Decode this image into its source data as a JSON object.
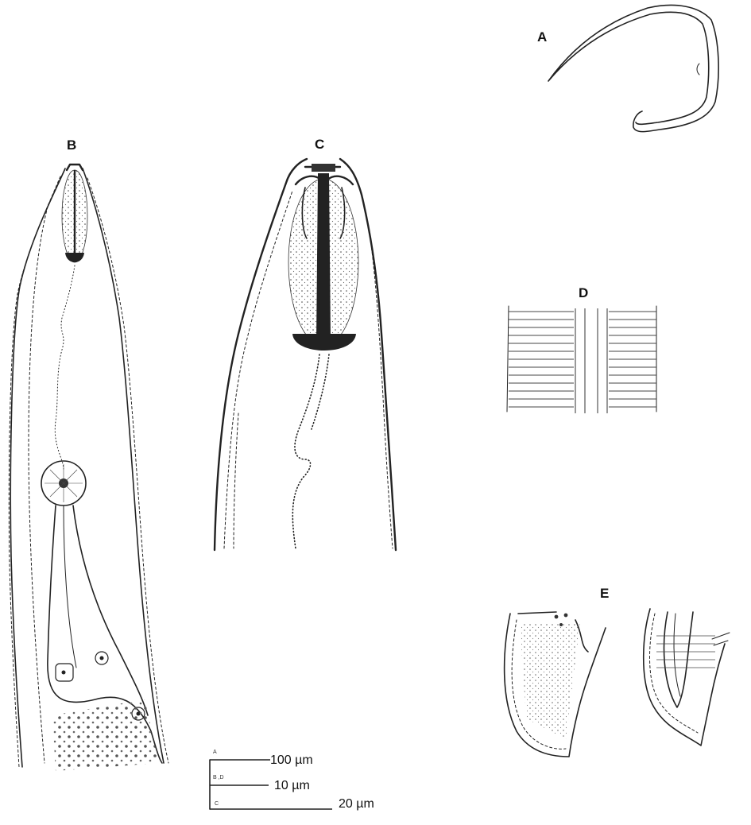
{
  "panels": {
    "a": {
      "label": "A"
    },
    "b": {
      "label": "B"
    },
    "c": {
      "label": "C"
    },
    "d": {
      "label": "D"
    },
    "e": {
      "label": "E"
    }
  },
  "scale_bars": [
    {
      "key": "A",
      "value": "100 µm"
    },
    {
      "key": "B ,D",
      "value": "10 µm"
    },
    {
      "key": "C",
      "value": "20 µm"
    }
  ]
}
